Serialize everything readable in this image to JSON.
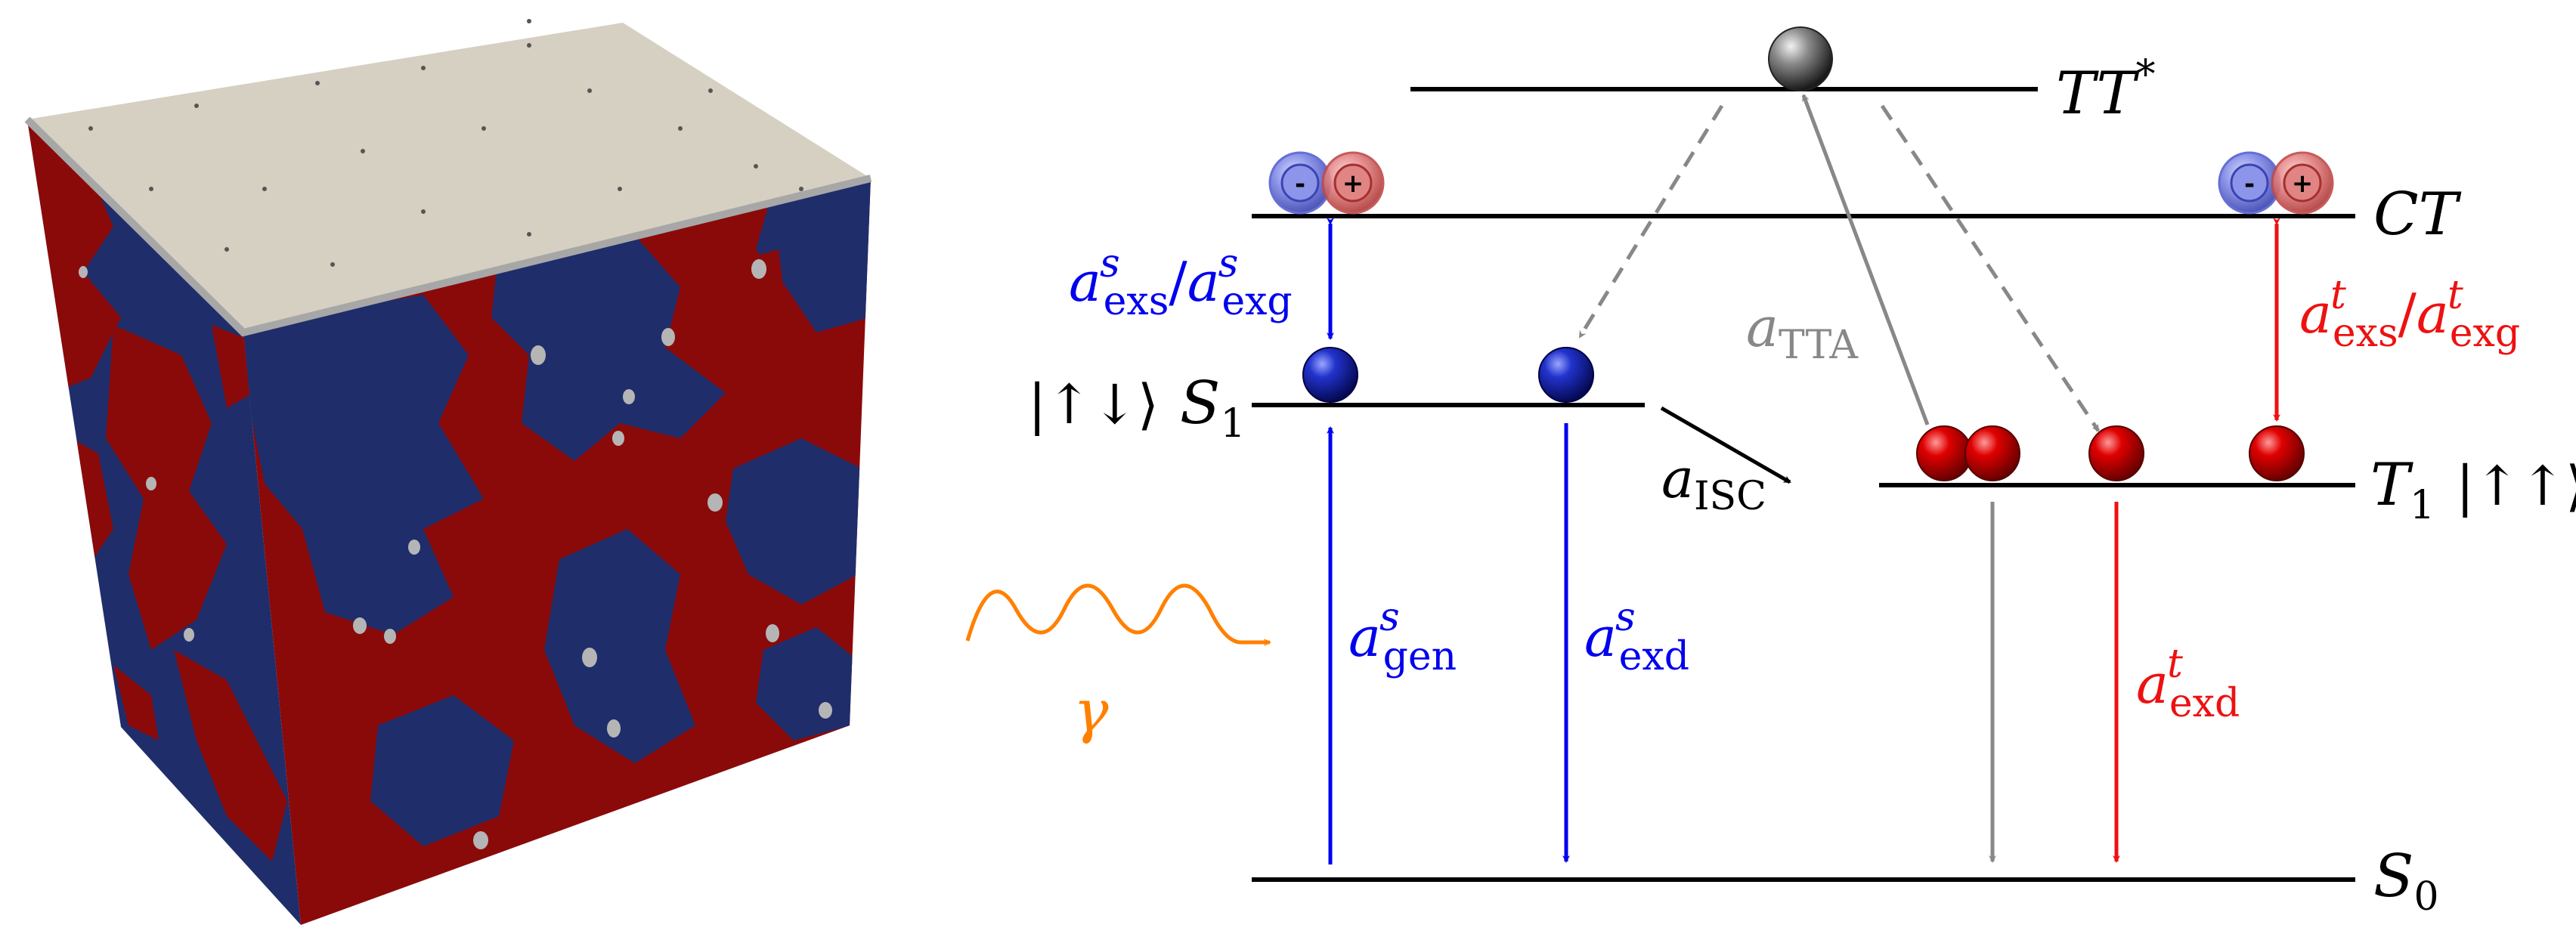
{
  "levels": {
    "tt": {
      "symbol": "TT",
      "sup": "*"
    },
    "ct": {
      "symbol": "CT"
    },
    "s1": {
      "ket": "|↑↓⟩",
      "symbol": "S",
      "sub": "1"
    },
    "t1": {
      "symbol": "T",
      "sub": "1",
      "ket": "|↑↑⟩"
    },
    "s0": {
      "symbol": "S",
      "sub": "0"
    }
  },
  "rates": {
    "exs_exg_singlet": {
      "a1": "a",
      "sub1": "exs",
      "sup1": "s",
      "slash": "/",
      "a2": "a",
      "sub2": "exg",
      "sup2": "s"
    },
    "exs_exg_triplet": {
      "a1": "a",
      "sub1": "exs",
      "sup1": "t",
      "slash": "/",
      "a2": "a",
      "sub2": "exg",
      "sup2": "t"
    },
    "tta": {
      "a": "a",
      "sub": "TTA"
    },
    "isc": {
      "a": "a",
      "sub": "ISC"
    },
    "gen": {
      "a": "a",
      "sub": "gen",
      "sup": "s"
    },
    "exd_singlet": {
      "a": "a",
      "sub": "exd",
      "sup": "s"
    },
    "exd_triplet": {
      "a": "a",
      "sub": "exd",
      "sup": "t"
    }
  },
  "photon": {
    "symbol": "γ"
  },
  "charges": {
    "minus": "-",
    "plus": "+"
  },
  "colors": {
    "singlet": "#0000ee",
    "triplet": "#ee1111",
    "photon": "#ff8000",
    "neutral": "#888888",
    "cube_blue": "#1f2d6b",
    "cube_red": "#8a0a0a",
    "cube_top": "#d6d0c2"
  },
  "icons": [
    "morphology-cube-image",
    "singlet-exciton-ball",
    "triplet-exciton-ball",
    "charge-pair-icon",
    "tt-state-ball",
    "photon-wave-icon"
  ]
}
